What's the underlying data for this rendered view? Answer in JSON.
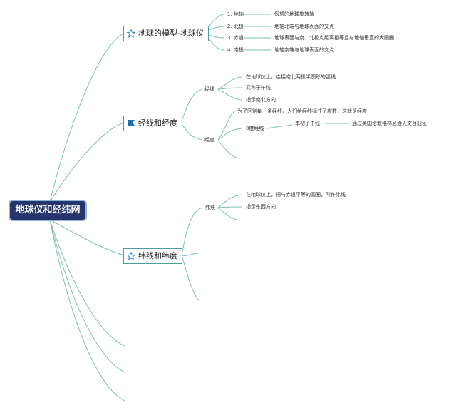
{
  "root": {
    "label": "地球仪和经纬网"
  },
  "branches": [
    {
      "label": "地球的模型-地球仪",
      "icon": "star-icon",
      "items": [
        {
          "label": "1. 地轴",
          "desc": "假想的地球旋转轴"
        },
        {
          "label": "2. 北极",
          "desc": "地轴北端与地球表面的交点"
        },
        {
          "label": "3. 赤道",
          "desc": "地球表面与南、北极点距离相等且与地轴垂直的大圆圈"
        },
        {
          "label": "4. 南极",
          "desc": "地轴南端与地球表面的交点"
        }
      ]
    },
    {
      "label": "经线和经度",
      "icon": "flag-icon",
      "groups": [
        {
          "label": "经线",
          "items": [
            "在地球仪上，连接南北两极半圆形的弧线",
            "又称子午线",
            "指示南北方向"
          ]
        },
        {
          "label": "经度",
          "items": [
            "为了区别每一条经线，人们给经线标注了度数，这就是经度",
            "0度经线"
          ],
          "zero_line": {
            "label": "本初子午线",
            "desc": "通过英国伦敦格林尼治天文台旧址"
          }
        }
      ]
    },
    {
      "label": "纬线和纬度",
      "icon": "star-icon",
      "groups": [
        {
          "label": "纬线",
          "items": [
            "在地球仪上，把与赤道平等的圆圈，叫作纬线",
            "指示东西方向"
          ]
        }
      ]
    }
  ],
  "colors": {
    "line": "#7fbfb5",
    "root_bg": "#27356c",
    "node_border": "#4aa0a0",
    "flag": "#1f6fb0",
    "star": "#2a7fd4"
  }
}
